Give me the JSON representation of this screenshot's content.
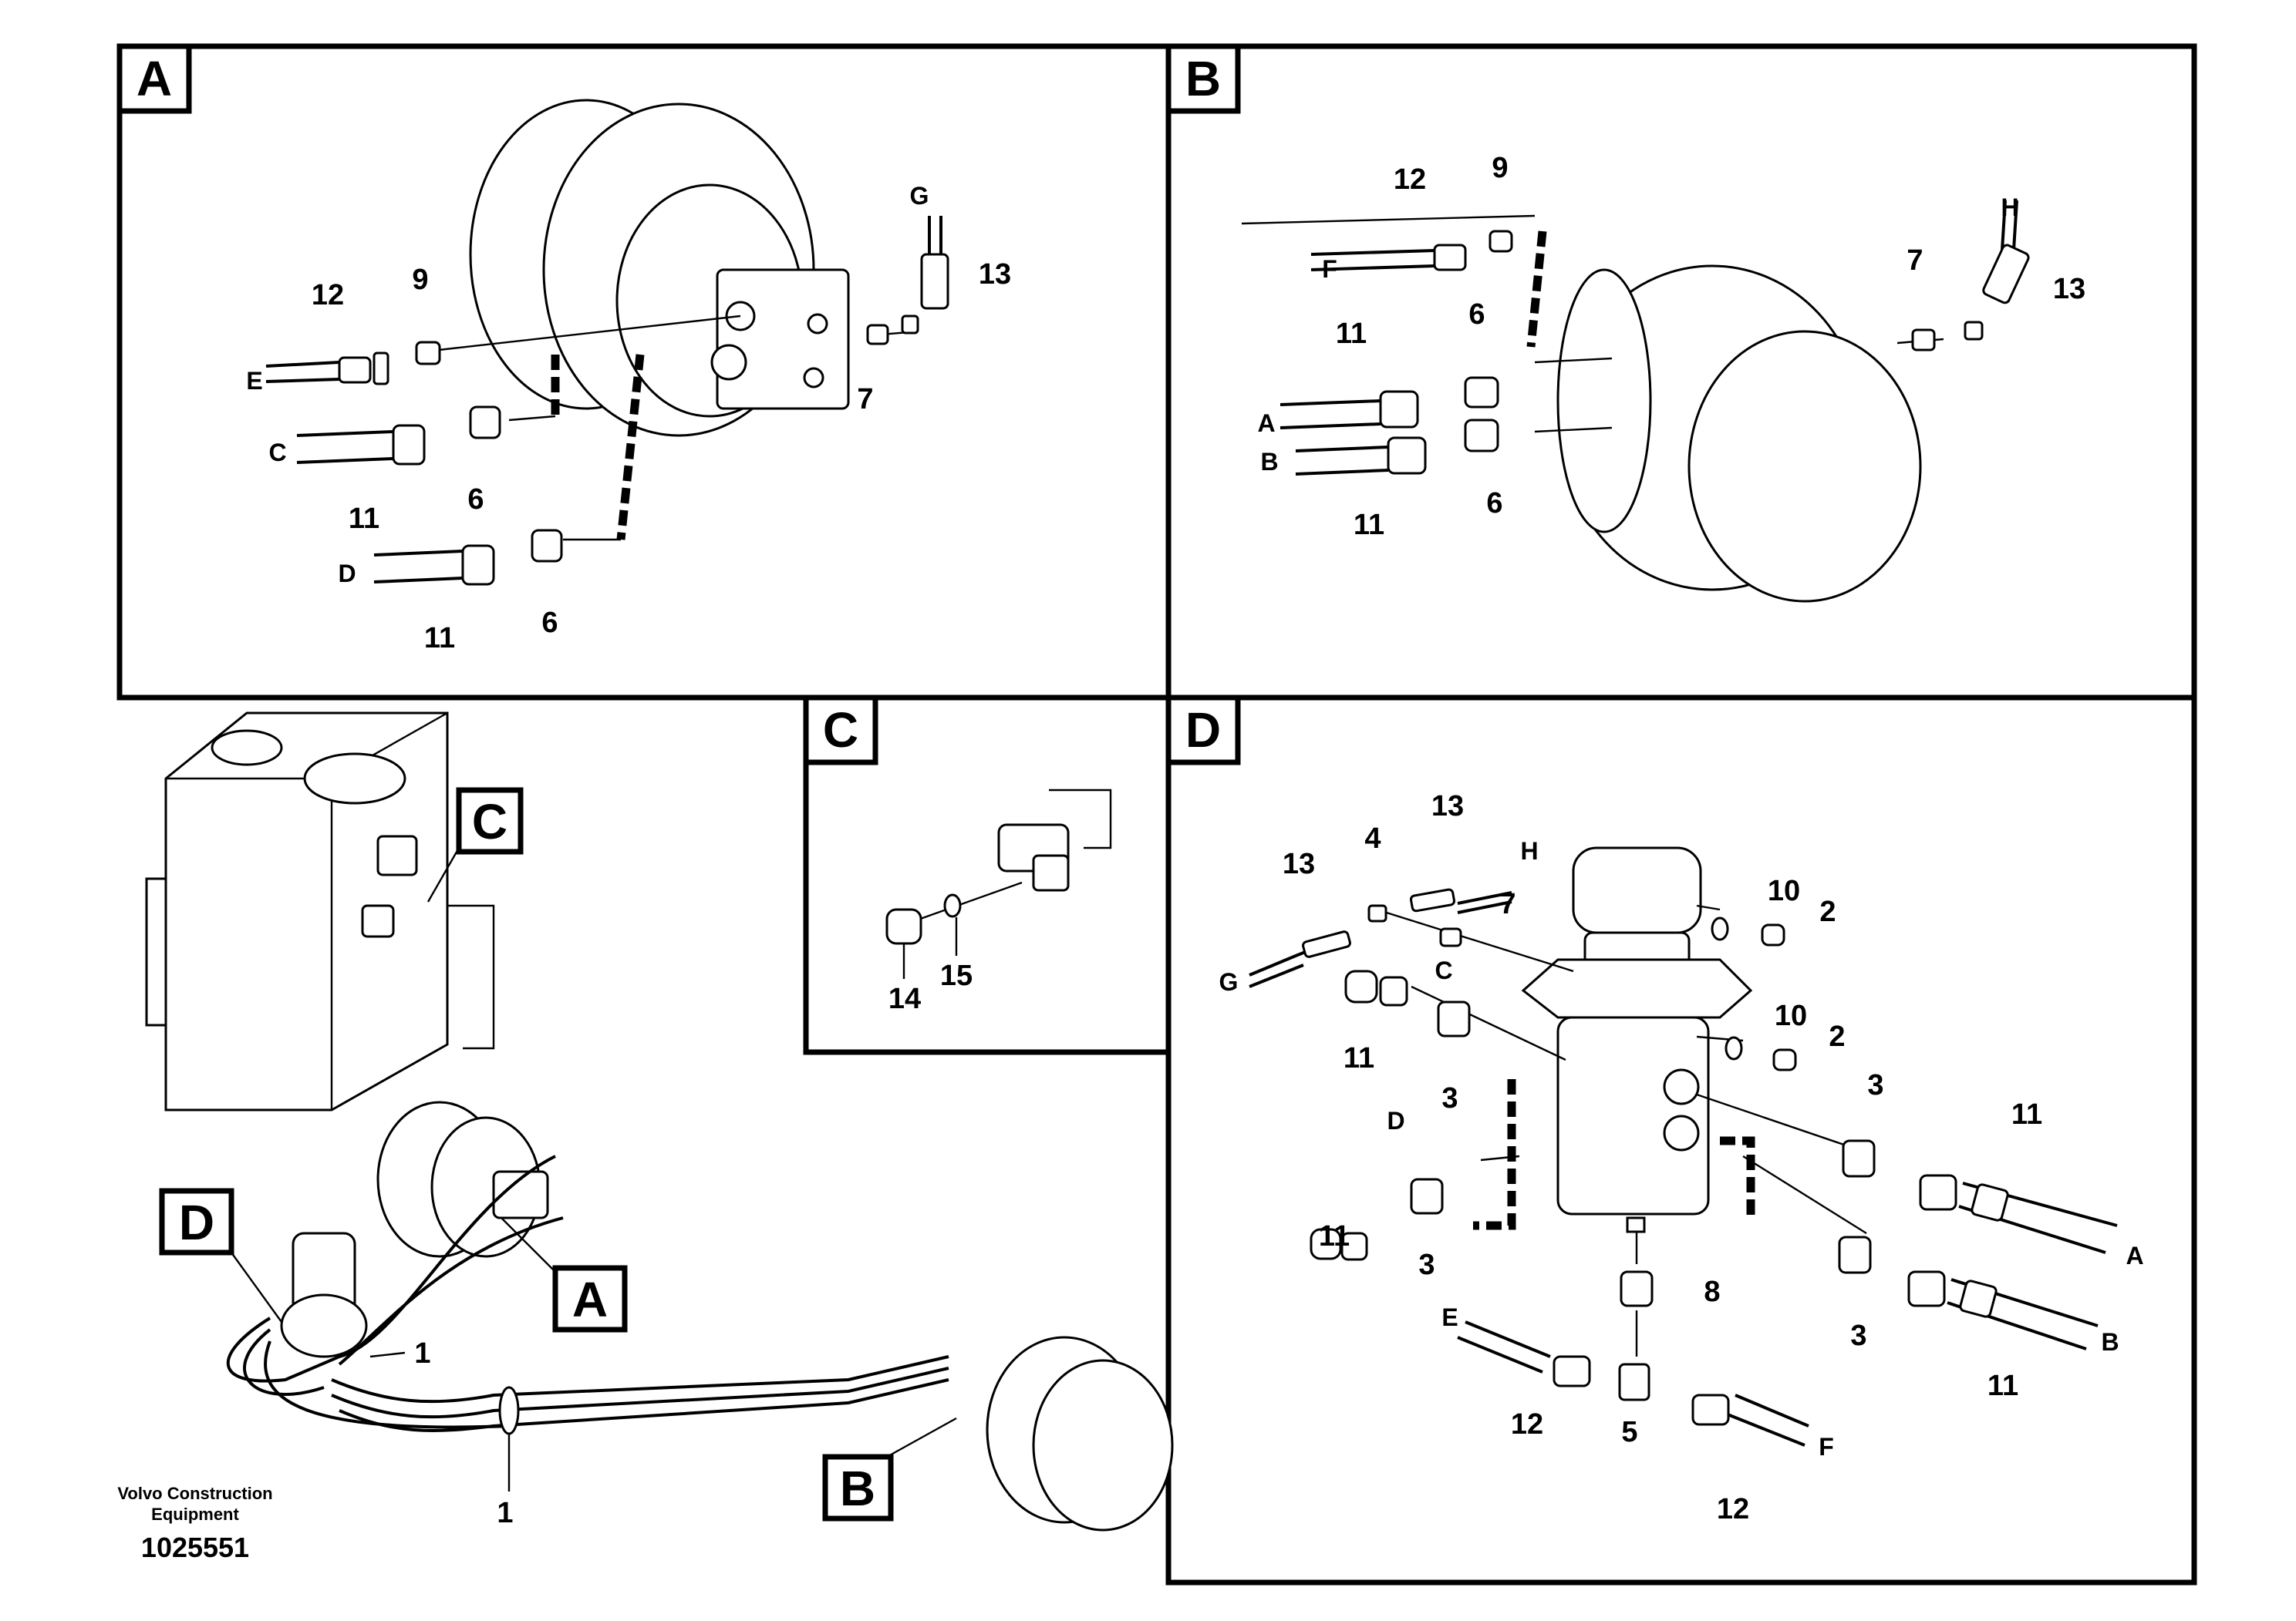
{
  "panels": {
    "a": {
      "badge": "A",
      "labels": {
        "p12": "12",
        "p9": "9",
        "pE": "E",
        "pC": "C",
        "p11a": "11",
        "p6a": "6",
        "pD": "D",
        "p11b": "11",
        "p6b": "6",
        "pG": "G",
        "p13": "13",
        "p7": "7"
      }
    },
    "b": {
      "badge": "B",
      "labels": {
        "p12": "12",
        "p9": "9",
        "pF": "F",
        "p11a": "11",
        "p6a": "6",
        "pA": "A",
        "pB": "B",
        "p11b": "11",
        "p6b": "6",
        "pH": "H",
        "p7": "7",
        "p13": "13"
      }
    },
    "c": {
      "badge": "C",
      "labels": {
        "p14": "14",
        "p15": "15"
      }
    },
    "d": {
      "badge": "D",
      "labels": {
        "p13a": "13",
        "p13b": "13",
        "p4": "4",
        "pH": "H",
        "pG": "G",
        "p7": "7",
        "p10a": "10",
        "p2a": "2",
        "p10b": "10",
        "p2b": "2",
        "pC": "C",
        "p11a": "11",
        "p3a": "3",
        "pD": "D",
        "p11b": "11",
        "p3b": "3",
        "p3c": "3",
        "p11c": "11",
        "pA": "A",
        "p3d": "3",
        "p11d": "11",
        "pB": "B",
        "p8": "8",
        "pE": "E",
        "p12a": "12",
        "p5": "5",
        "p12b": "12",
        "pF": "F"
      }
    }
  },
  "overview": {
    "callouts": {
      "a": "A",
      "b": "B",
      "c": "C",
      "d": "D"
    },
    "labels": {
      "p1a": "1",
      "p1b": "1"
    }
  },
  "footer": {
    "brand_line1": "Volvo Construction",
    "brand_line2": "Equipment",
    "doc_number": "1025551"
  }
}
